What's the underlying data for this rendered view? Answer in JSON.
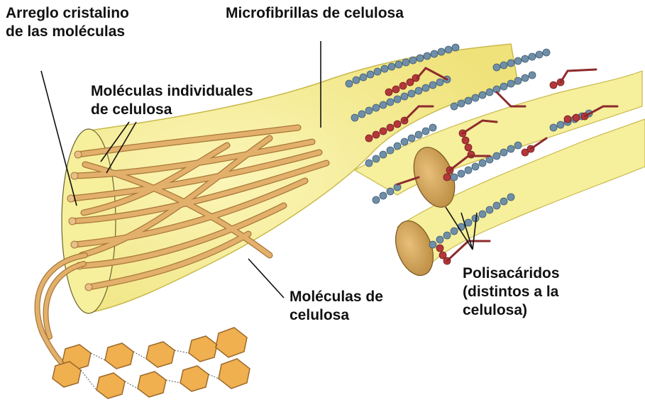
{
  "labels": {
    "crystalline": [
      "Arreglo cristalino",
      "de las moléculas"
    ],
    "microfibrils": [
      "Microfibrillas de celulosa"
    ],
    "individual": [
      "Moléculas individuales",
      "de celulosa"
    ],
    "molecules": [
      "Moléculas de",
      "celulosa"
    ],
    "polysaccharides": [
      "Polisacáridos",
      "(distintos a la",
      "celulosa)"
    ]
  },
  "colors": {
    "fibril_fill": "#f7f09a",
    "fibril_edge": "#c9b94a",
    "strand": "#e2b06a",
    "strand_edge": "#a8773a",
    "cellulose_chain": "#6f8fa8",
    "polysaccharide": "#b5373a",
    "hexagon": "#f0b050",
    "cut_face": "#d9a55b"
  }
}
